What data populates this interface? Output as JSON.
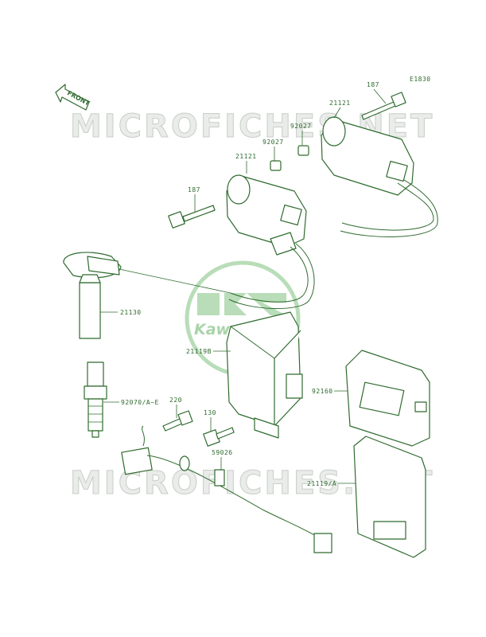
{
  "diagram_code": "E1830",
  "watermark": {
    "top": "MICROFICHES.NET",
    "bottom": "MICROFICHES.NET"
  },
  "logo_text": "Kawasaki",
  "front_arrow": "FRONT",
  "part_labels": {
    "bolt_187_upper": "187",
    "coil_21121_upper": "21121",
    "cap_92027_upper": "92027",
    "cap_92027_lower": "92027",
    "coil_21121_lower": "21121",
    "bolt_187_lower": "187",
    "plug_cap_21130": "21130",
    "igniter_21119b": "21119B",
    "spark_plug_92070": "92070/A~E",
    "bolt_220": "220",
    "bolt_130": "130",
    "cover_92160": "92160",
    "harness_59026": "59026",
    "igniter_21119a": "21119/A"
  },
  "colors": {
    "ink": "#2f6b2f",
    "watermark": "#c9cec9",
    "logo": "#b8ddb8"
  }
}
